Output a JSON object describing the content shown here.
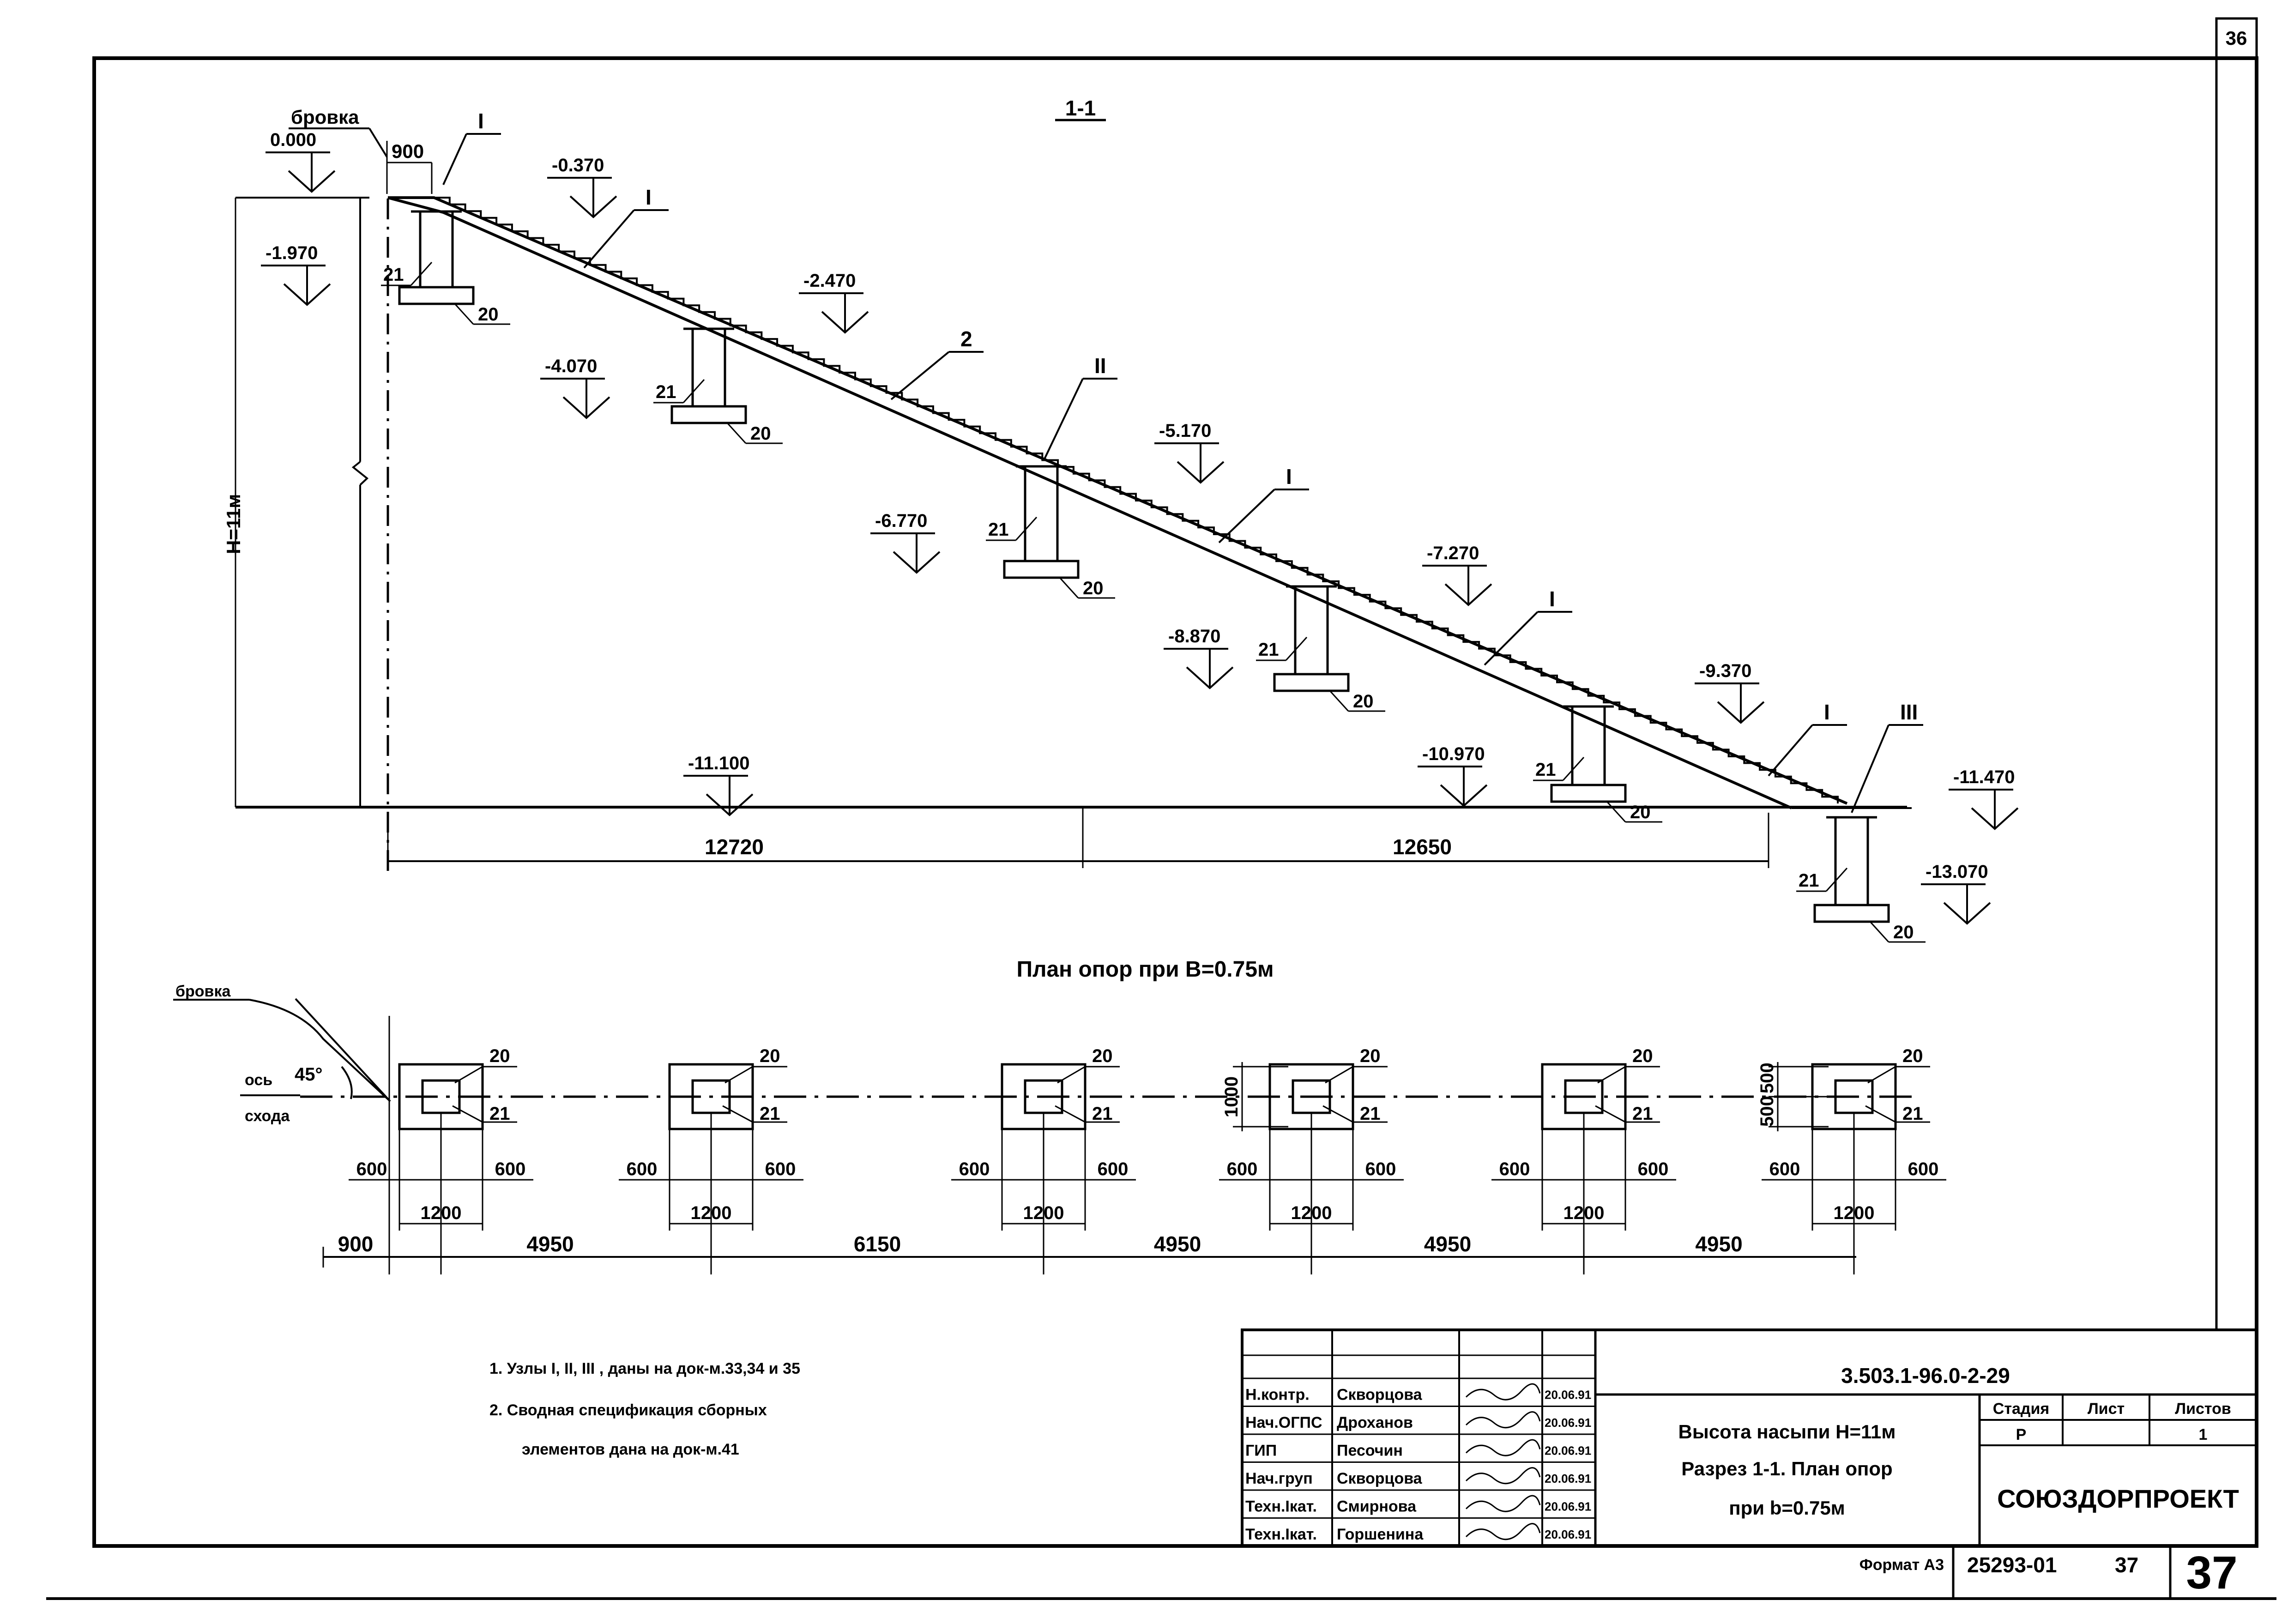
{
  "sheet_corner_number": "36",
  "section": {
    "title": "1-1",
    "brow_label": "бровка",
    "brow_offset": "900",
    "height_label": "H=11м",
    "elevations": [
      "0.000",
      "-0.370",
      "-1.970",
      "-2.470",
      "-4.070",
      "-5.170",
      "-6.770",
      "-7.270",
      "-8.870",
      "-9.370",
      "-10.970",
      "-11.100",
      "-11.470",
      "-13.070"
    ],
    "node_labels": [
      "I",
      "I",
      "2",
      "II",
      "I",
      "I",
      "I",
      "III"
    ],
    "mark_20": "20",
    "mark_21": "21",
    "dim_left": "12720",
    "dim_right": "12650"
  },
  "plan": {
    "title": "План опор при B=0.75м",
    "brow_label": "бровка",
    "angle_label": "45°",
    "axis_label_1": "ось",
    "axis_label_2": "схода",
    "mark_20": "20",
    "mark_21": "21",
    "dim_600": "600",
    "dim_1200": "1200",
    "dim_1000": "1000",
    "dim_500": "500",
    "bottom_dims": [
      "900",
      "4950",
      "6150",
      "4950",
      "4950",
      "4950"
    ]
  },
  "notes": [
    "1. Узлы I, II, III , даны на док-м.33,34 и 35",
    "2. Сводная спецификация сборных",
    "элементов дана на док-м.41"
  ],
  "title_block": {
    "doc_code": "3.503.1-96.0-2-29",
    "signers": [
      {
        "role": "Н.контр.",
        "name": "Скворцова",
        "date": "20.06.91"
      },
      {
        "role": "Нач.ОГПС",
        "name": "Дроханов",
        "date": "20.06.91"
      },
      {
        "role": "ГИП",
        "name": "Песочин",
        "date": "20.06.91"
      },
      {
        "role": "Нач.груп",
        "name": "Скворцова",
        "date": "20.06.91"
      },
      {
        "role": "Техн.Iкат.",
        "name": "Смирнова",
        "date": "20.06.91"
      },
      {
        "role": "Техн.Iкат.",
        "name": "Горшенина",
        "date": "20.06.91"
      }
    ],
    "title_lines": [
      "Высота насыпи H=11м",
      "Разрез 1-1. План опор",
      "при b=0.75м"
    ],
    "stage_header": "Стадия",
    "sheet_header": "Лист",
    "sheets_header": "Листов",
    "stage_value": "Р",
    "sheet_value": "",
    "sheets_value": "1",
    "organization": "СОЮЗДОРПРОЕКТ",
    "format_label": "Формат А3",
    "inventory_number": "25293-01",
    "inventory_sheet": "37",
    "page_number": "37"
  }
}
